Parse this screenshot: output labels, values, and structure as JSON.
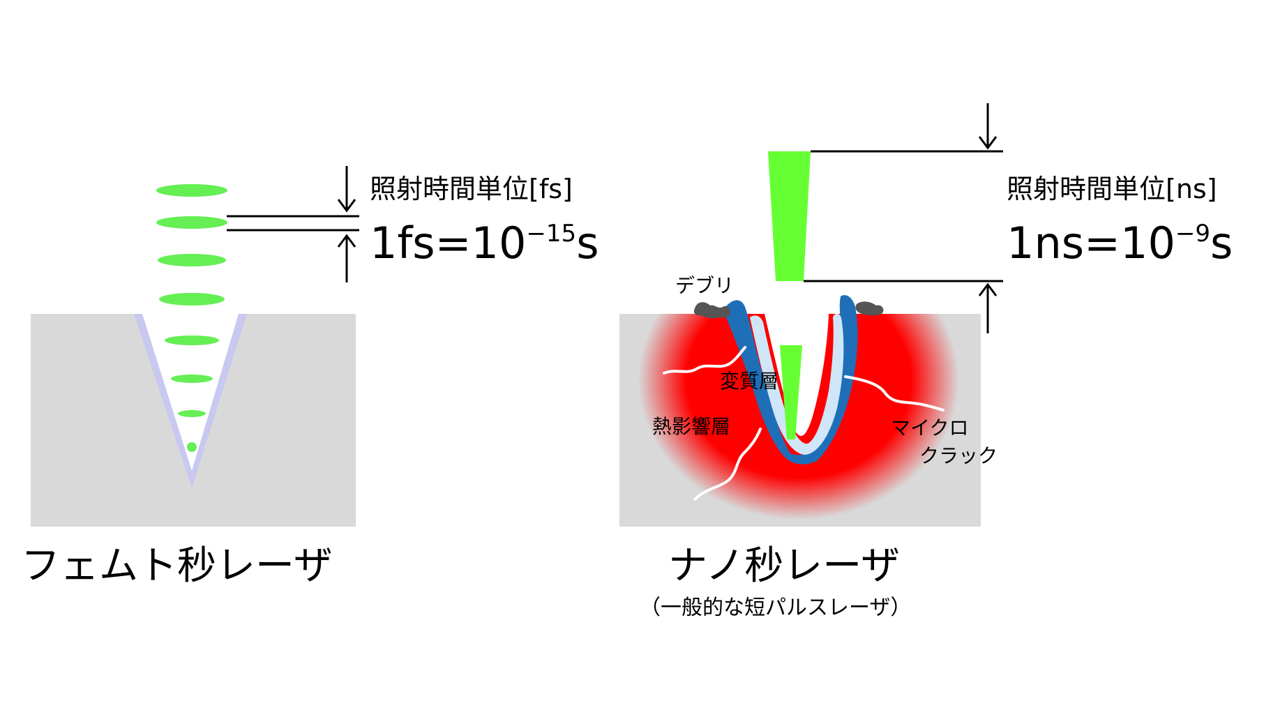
{
  "left": {
    "title": "フェムト秒レーザ",
    "unit_label": "照射時間単位[fs]",
    "formula": {
      "base": "1fs=10",
      "exponent": "−15",
      "suffix": "s"
    }
  },
  "right": {
    "title": "ナノ秒レーザ",
    "subtitle": "（一般的な短パルスレーザ）",
    "unit_label": "照射時間単位[ns]",
    "formula": {
      "base": "1ns=10",
      "exponent": "−9",
      "suffix": "s"
    },
    "annotations": {
      "debris": "デブリ",
      "altered_layer": "変質層",
      "heat_affected_layer": "熱影響層",
      "microcrack_line1": "マイクロ",
      "microcrack_line2": "クラック"
    }
  },
  "colors": {
    "material": "#d9d9d9",
    "pulse_green": "#66ee55",
    "beam_green": "#66ff33",
    "heat_red": "#ff0000",
    "altered_blue": "#1f6fb8",
    "light_blue": "#cfe6f8",
    "debris_gray": "#555555",
    "femto_groove": "#c8c8f0"
  }
}
